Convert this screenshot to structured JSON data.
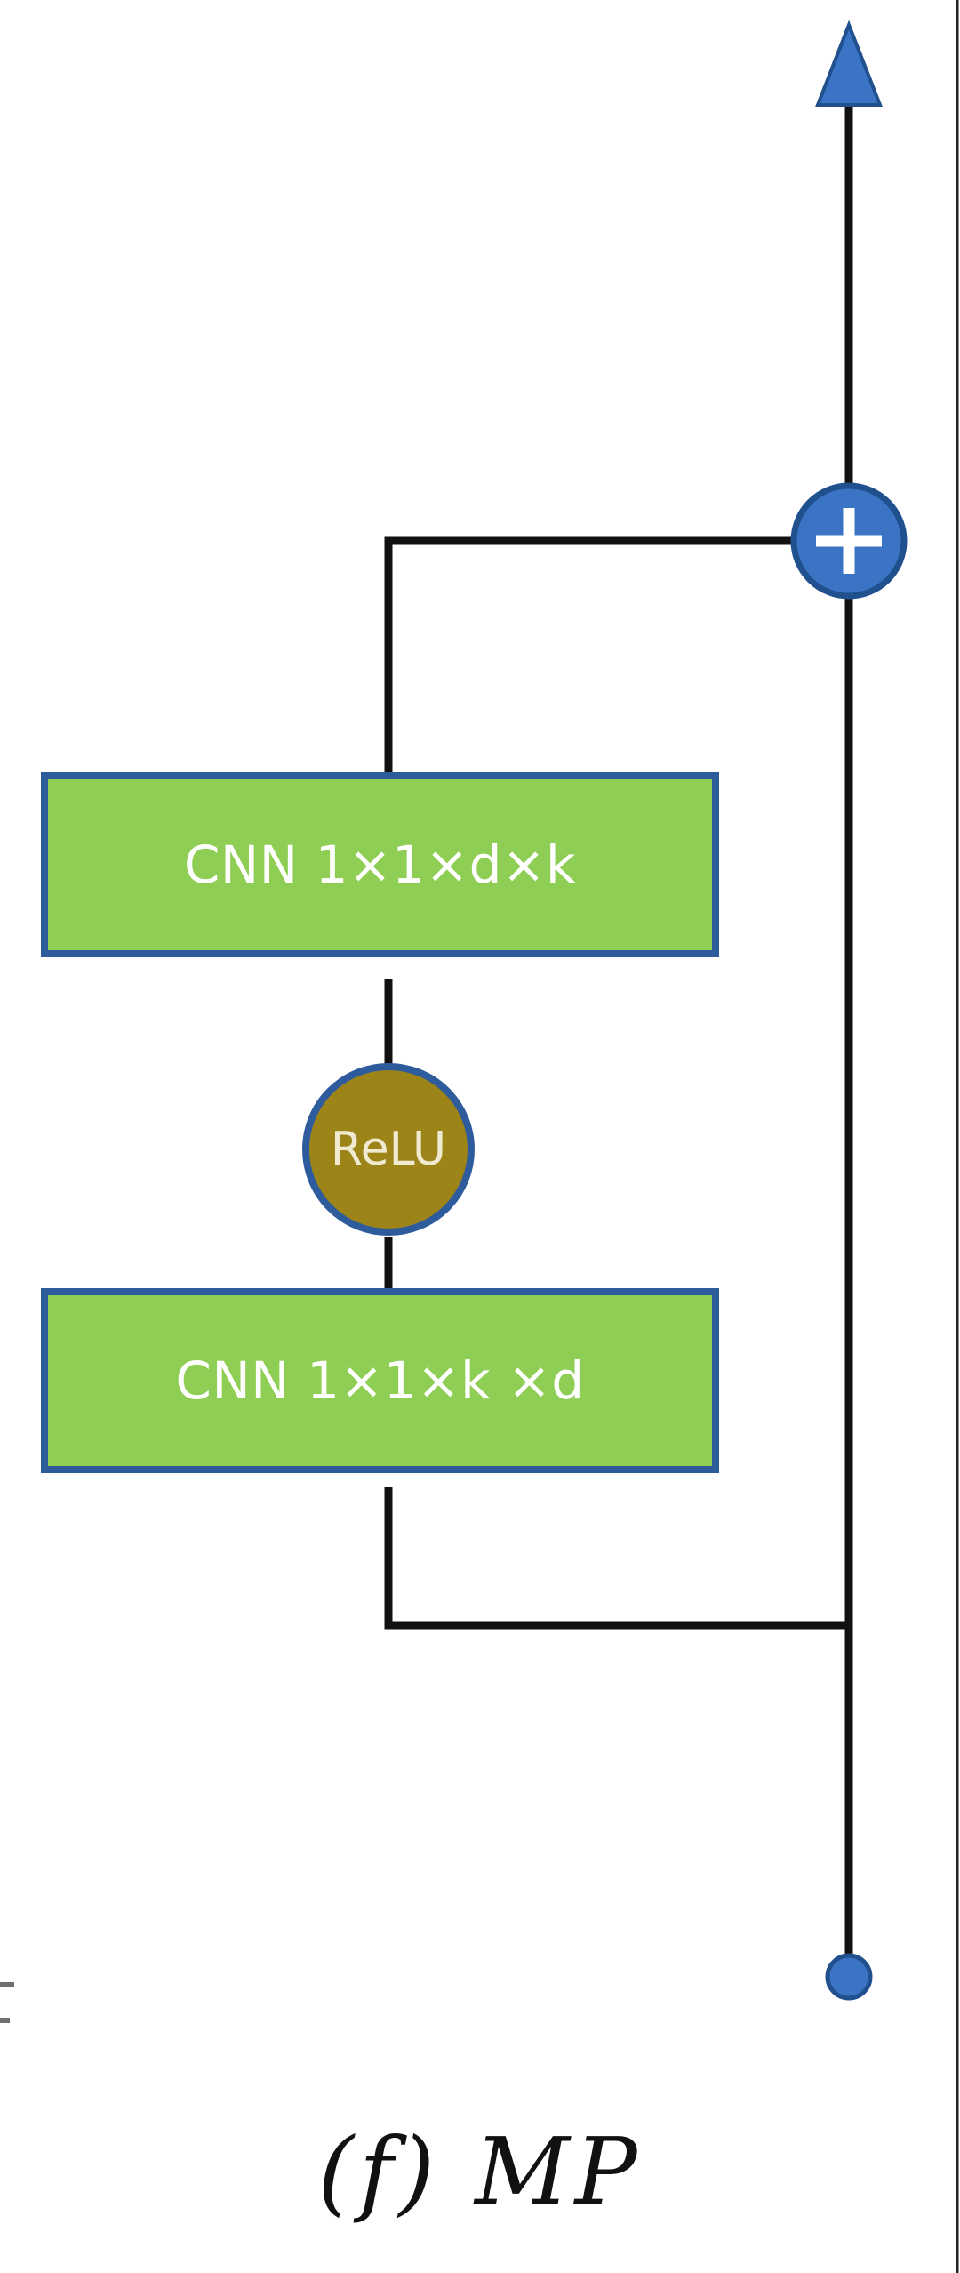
{
  "figure": {
    "caption": "(f) MP",
    "background_color": "#ffffff"
  },
  "palette": {
    "box_fill": "#8fce54",
    "box_stroke": "#2e5b9c",
    "relu_fill": "#9d8419",
    "relu_stroke": "#2e5b9c",
    "relu_text": "#f0ead0",
    "accent_blue": "#3b74c4",
    "accent_blue_stroke": "#21508f",
    "line_color": "#111111",
    "box_text": "#ffffff"
  },
  "nodes": {
    "cnn_top": {
      "label": "CNN 1×1×d×k",
      "kind": "conv-block"
    },
    "relu": {
      "label": "ReLU",
      "kind": "activation"
    },
    "cnn_bottom": {
      "label": "CNN 1×1×k ×d",
      "kind": "conv-block"
    },
    "add": {
      "label": "+",
      "kind": "residual-add"
    },
    "input_terminal": {
      "label": "",
      "kind": "input-dot"
    },
    "output_arrow": {
      "label": "",
      "kind": "output-arrowhead"
    }
  },
  "edges": [
    {
      "from": "input_terminal",
      "to": "cnn_bottom",
      "style": "orthogonal"
    },
    {
      "from": "cnn_bottom",
      "to": "relu",
      "style": "straight"
    },
    {
      "from": "relu",
      "to": "cnn_top",
      "style": "straight"
    },
    {
      "from": "cnn_top",
      "to": "add",
      "style": "orthogonal"
    },
    {
      "from": "input_terminal",
      "to": "add",
      "style": "skip-connection"
    },
    {
      "from": "add",
      "to": "output_arrow",
      "style": "straight"
    }
  ]
}
